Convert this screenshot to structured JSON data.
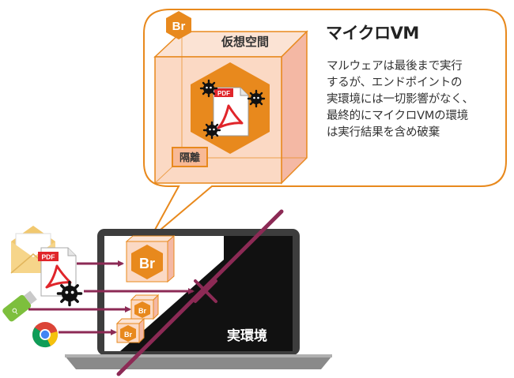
{
  "callout": {
    "title": "マイクロVM",
    "description_lines": [
      "マルウェアは最後まで実行",
      "するが、エンドポイントの",
      "実環境には一切影響がなく、",
      "最終的にマイクロVMの環境",
      "は実行結果を含め破棄"
    ],
    "virtual_space_label": "仮想空間",
    "isolation_label": "隔離",
    "badge_label": "Br",
    "pdf_label": "PDF"
  },
  "laptop": {
    "real_env_label": "実環境",
    "badge_label": "Br",
    "pdf_label": "PDF"
  },
  "colors": {
    "accent_orange": "#e8891d",
    "cube_fill": "#fbd9c4",
    "arrow": "#8c2a55",
    "screen": "#111111",
    "laptop_body": "#3d3d3d"
  },
  "icons": [
    "email-icon",
    "pdf-file-icon",
    "malware-icon",
    "usb-drive-icon",
    "chrome-icon",
    "br-badge-icon"
  ]
}
